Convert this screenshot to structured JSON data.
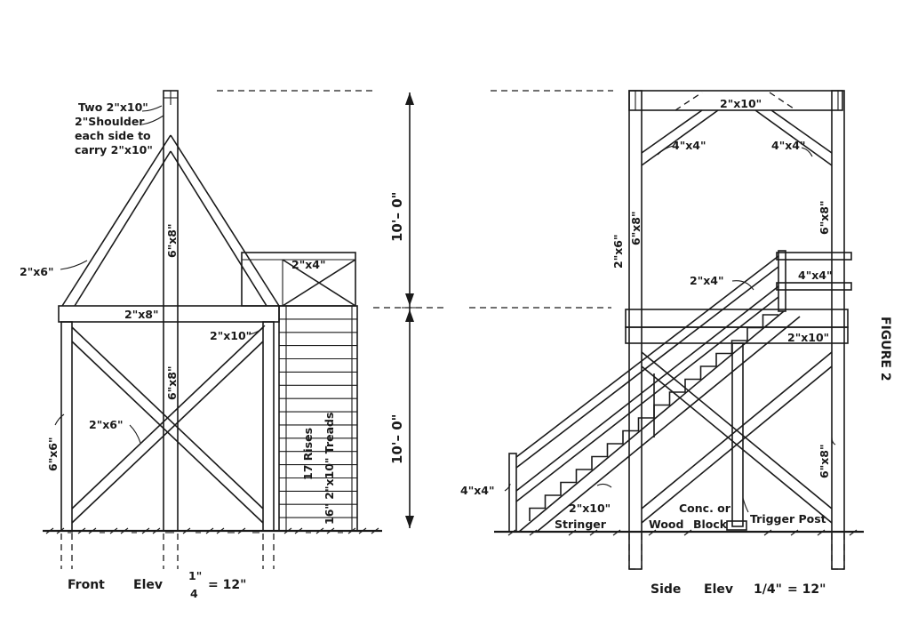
{
  "figure_label": "FIGURE 2",
  "front": {
    "note_line1": "Two 2\"x10\"",
    "note_line2": "2\"Shoulder",
    "note_line3": "each side to",
    "note_line4": "carry 2\"x10\"",
    "brace_left": "2\"x6\"",
    "post_upper": "6\"x8\"",
    "post_lower": "6\"x8\"",
    "beam": "2\"x8\"",
    "rail": "2\"x4\"",
    "joist": "2\"x10\"",
    "corner_post": "6\"x6\"",
    "cross_brace": "2\"x6\"",
    "stair_rises": "17 Rises",
    "stair_treads": "16\" 2\"x10\" Treads",
    "caption": "Front",
    "caption_elev": "Elev",
    "scale_num": "1\"",
    "scale_den": "4",
    "scale_rest": "= 12\""
  },
  "dimensions": {
    "upper": "10'– 0\"",
    "lower": "10'– 0\""
  },
  "side": {
    "top_beam": "2\"x10\"",
    "knee_left": "4\"x4\"",
    "knee_right": "4\"x4\"",
    "post_left_a": "2\"x6\"",
    "post_left_b": "6\"x8\"",
    "post_right_upper": "6\"x8\"",
    "handrail": "2\"x4\"",
    "rail_post": "4\"x4\"",
    "floor_joist": "2\"x10\"",
    "post_right_lower": "6\"x8\"",
    "bottom_post": "4\"x4\"",
    "stringer_size": "2\"x10\"",
    "stringer": "Stringer",
    "wood": "Wood",
    "conc_line1": "Conc. or",
    "conc_line2": "Block",
    "trigger": "Trigger Post",
    "caption": "Side",
    "caption_elev": "Elev",
    "scale_frac": "1/4\"",
    "scale_rest": "= 12\""
  }
}
